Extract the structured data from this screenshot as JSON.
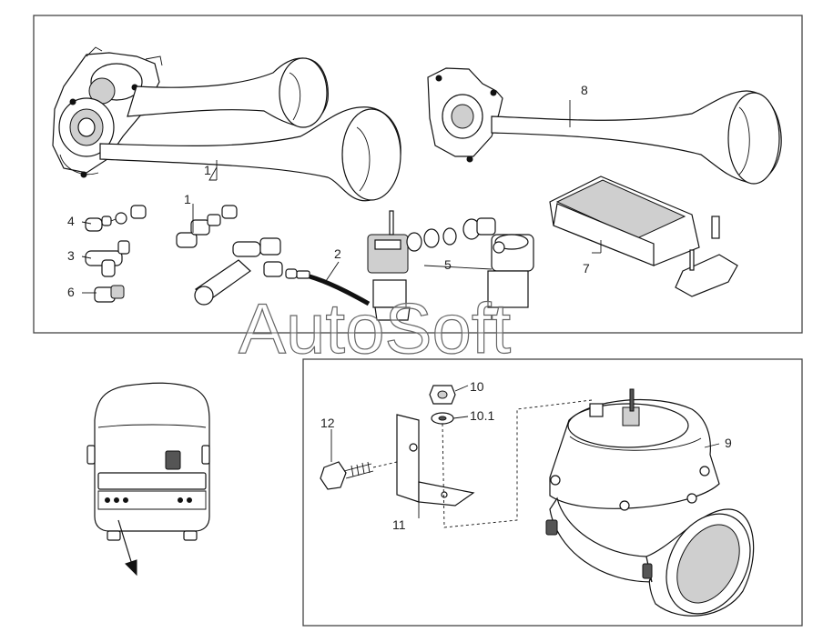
{
  "watermark": "AutoSoft",
  "callouts": {
    "c1a": "1",
    "c1b": "1",
    "c2": "2",
    "c3": "3",
    "c4": "4",
    "c5": "5",
    "c6": "6",
    "c7": "7",
    "c8": "8",
    "c9": "9",
    "c10": "10",
    "c10_1": "10.1",
    "c11": "11",
    "c12": "12"
  },
  "colors": {
    "line": "#111111",
    "frame": "#444444",
    "background": "#ffffff",
    "watermark_stroke": "#666666"
  }
}
